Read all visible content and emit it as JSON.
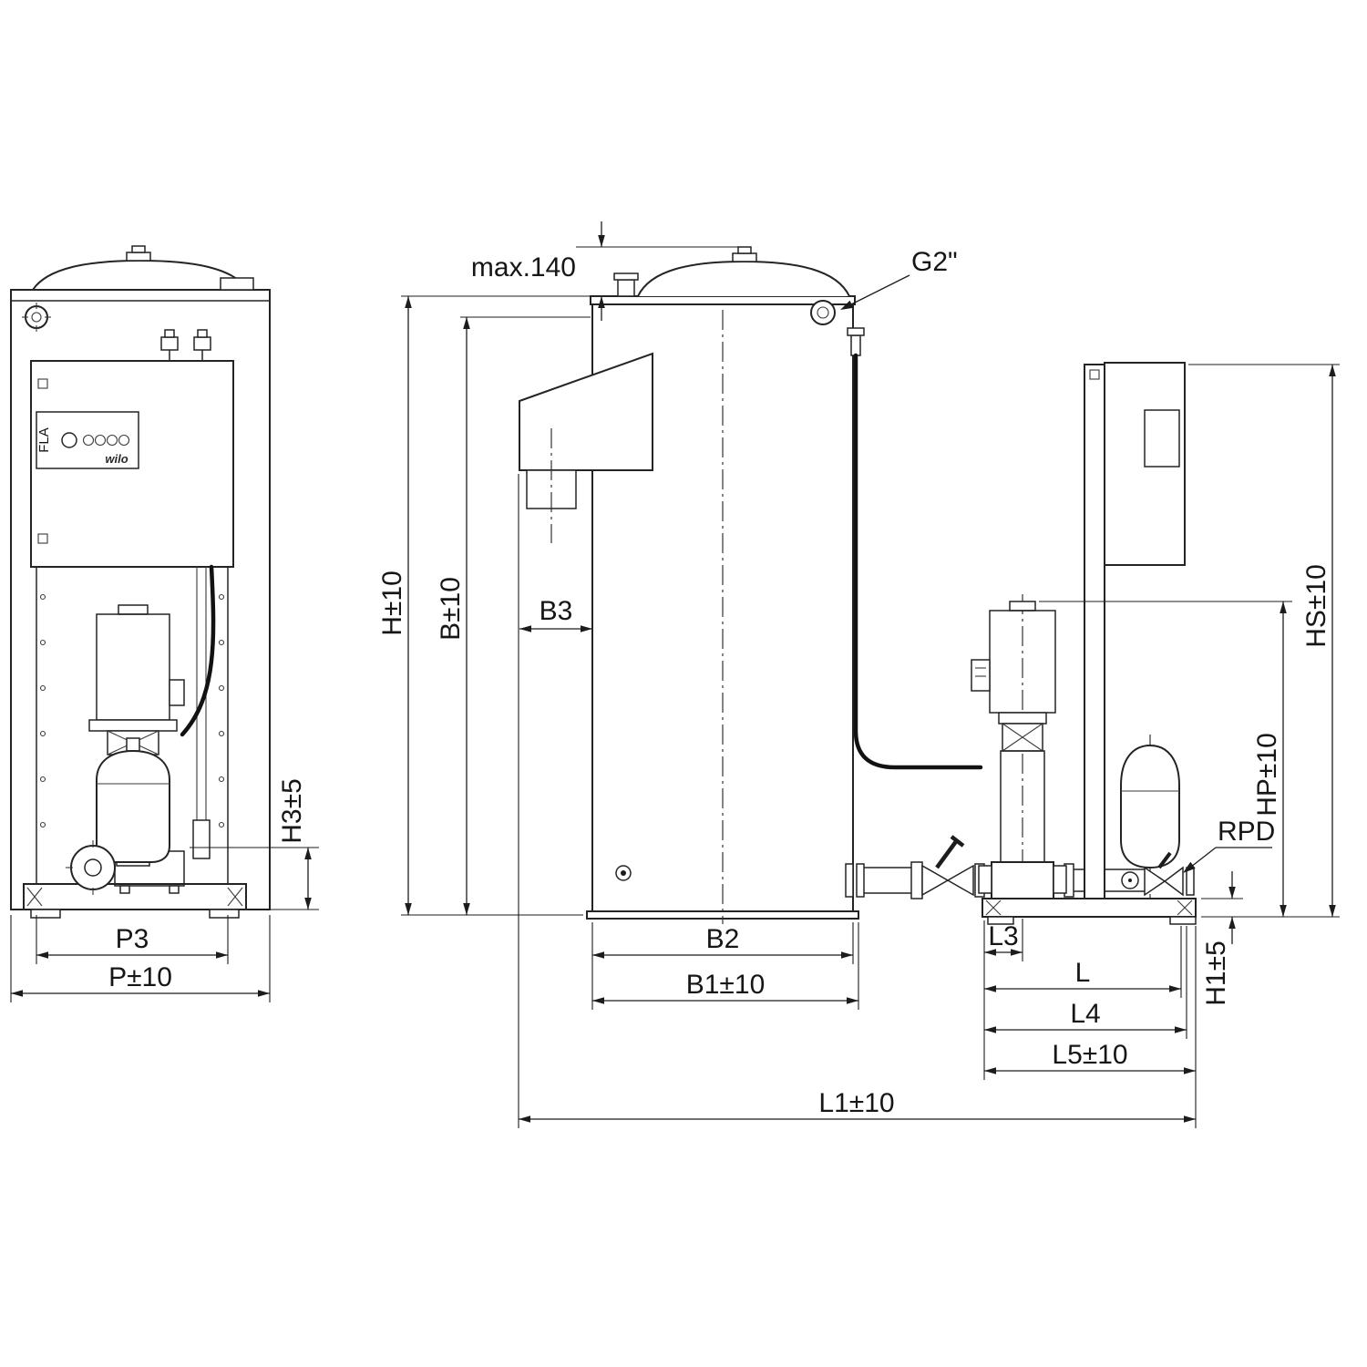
{
  "page": {
    "background": "#ffffff",
    "line_color": "#1c1c1c"
  },
  "labels": {
    "front": {
      "p3": "P3",
      "p": "P±10",
      "h3": "H3±5"
    },
    "panel": {
      "model": "FLA",
      "brand": "wilo"
    },
    "tank": {
      "lid_height": "max.140",
      "port": "G2\"",
      "h": "H±10",
      "b": "B±10",
      "b3": "B3",
      "b2": "B2",
      "b1": "B1±10"
    },
    "pump": {
      "hs": "HS±10",
      "hp": "HP±10",
      "rpd": "RPD",
      "l3": "L3",
      "l": "L",
      "l4": "L4",
      "l5": "L5±10",
      "h1": "H1±5"
    },
    "overall": {
      "l1": "L1±10"
    }
  }
}
